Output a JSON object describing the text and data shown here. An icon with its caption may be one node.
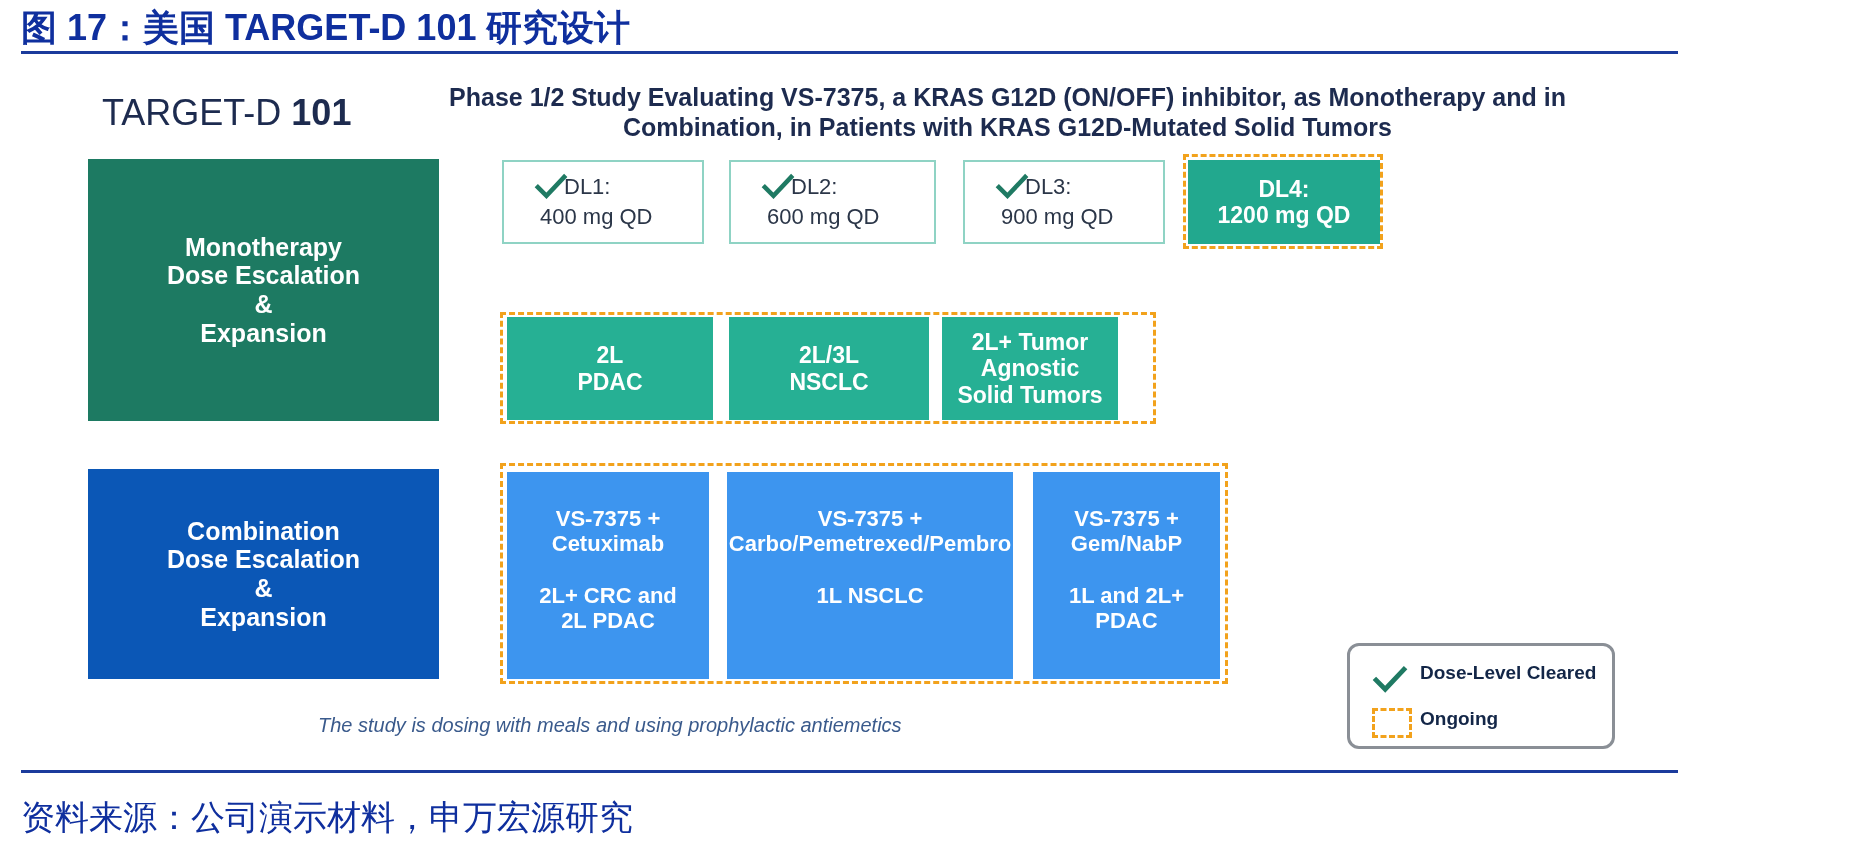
{
  "diagram": {
    "title": "图 17：美国 TARGET-D 101 研究设计",
    "caption": "资料来源：公司演示材料，申万宏源研究",
    "nodes": [
      {
        "text": [
          "Monotherapy Dose Escalation & Expansion"
        ]
      },
      {
        "text": [
          "DL1: 400 mg QD"
        ]
      },
      {
        "text": [
          "DL2: 600 mg QD"
        ]
      },
      {
        "text": [
          "DL3: 900 mg QD"
        ]
      },
      {
        "text": [
          "DL4: 1200 mg QD"
        ]
      },
      {
        "text": [
          "2L PDAC"
        ]
      },
      {
        "text": [
          "2L/3L NSCLC"
        ]
      },
      {
        "text": [
          "2L+ Tumor Agnostic Solid Tumors"
        ]
      },
      {
        "text": [
          "Combination Dose Escalation & Expansion"
        ]
      },
      {
        "text": [
          "VS-7375 + Cetuximab",
          "2L+ CRC and 2L PDAC"
        ]
      },
      {
        "text": [
          "VS-7375 + Carbo/Pemetrexed/Pembro",
          "1L NSCLC"
        ]
      },
      {
        "text": [
          "VS-7375 + Gem/NabP",
          "1L and 2L+ PDAC"
        ]
      }
    ],
    "labels": [
      "TARGET-D **101**",
      "Phase 1/2 Study Evaluating VS-7375, a KRAS G12D (ON/OFF) inhibitor, as Monotherapy and in Combination, in Patients with KRAS G12D-Mutated Solid Tumors",
      "The study is dosing with meals and using prophylactic antiemetics"
    ],
    "legend": [
      {
        "text": "Dose-Level Cleared"
      },
      {
        "text": "Ongoing"
      }
    ]
  }
}
